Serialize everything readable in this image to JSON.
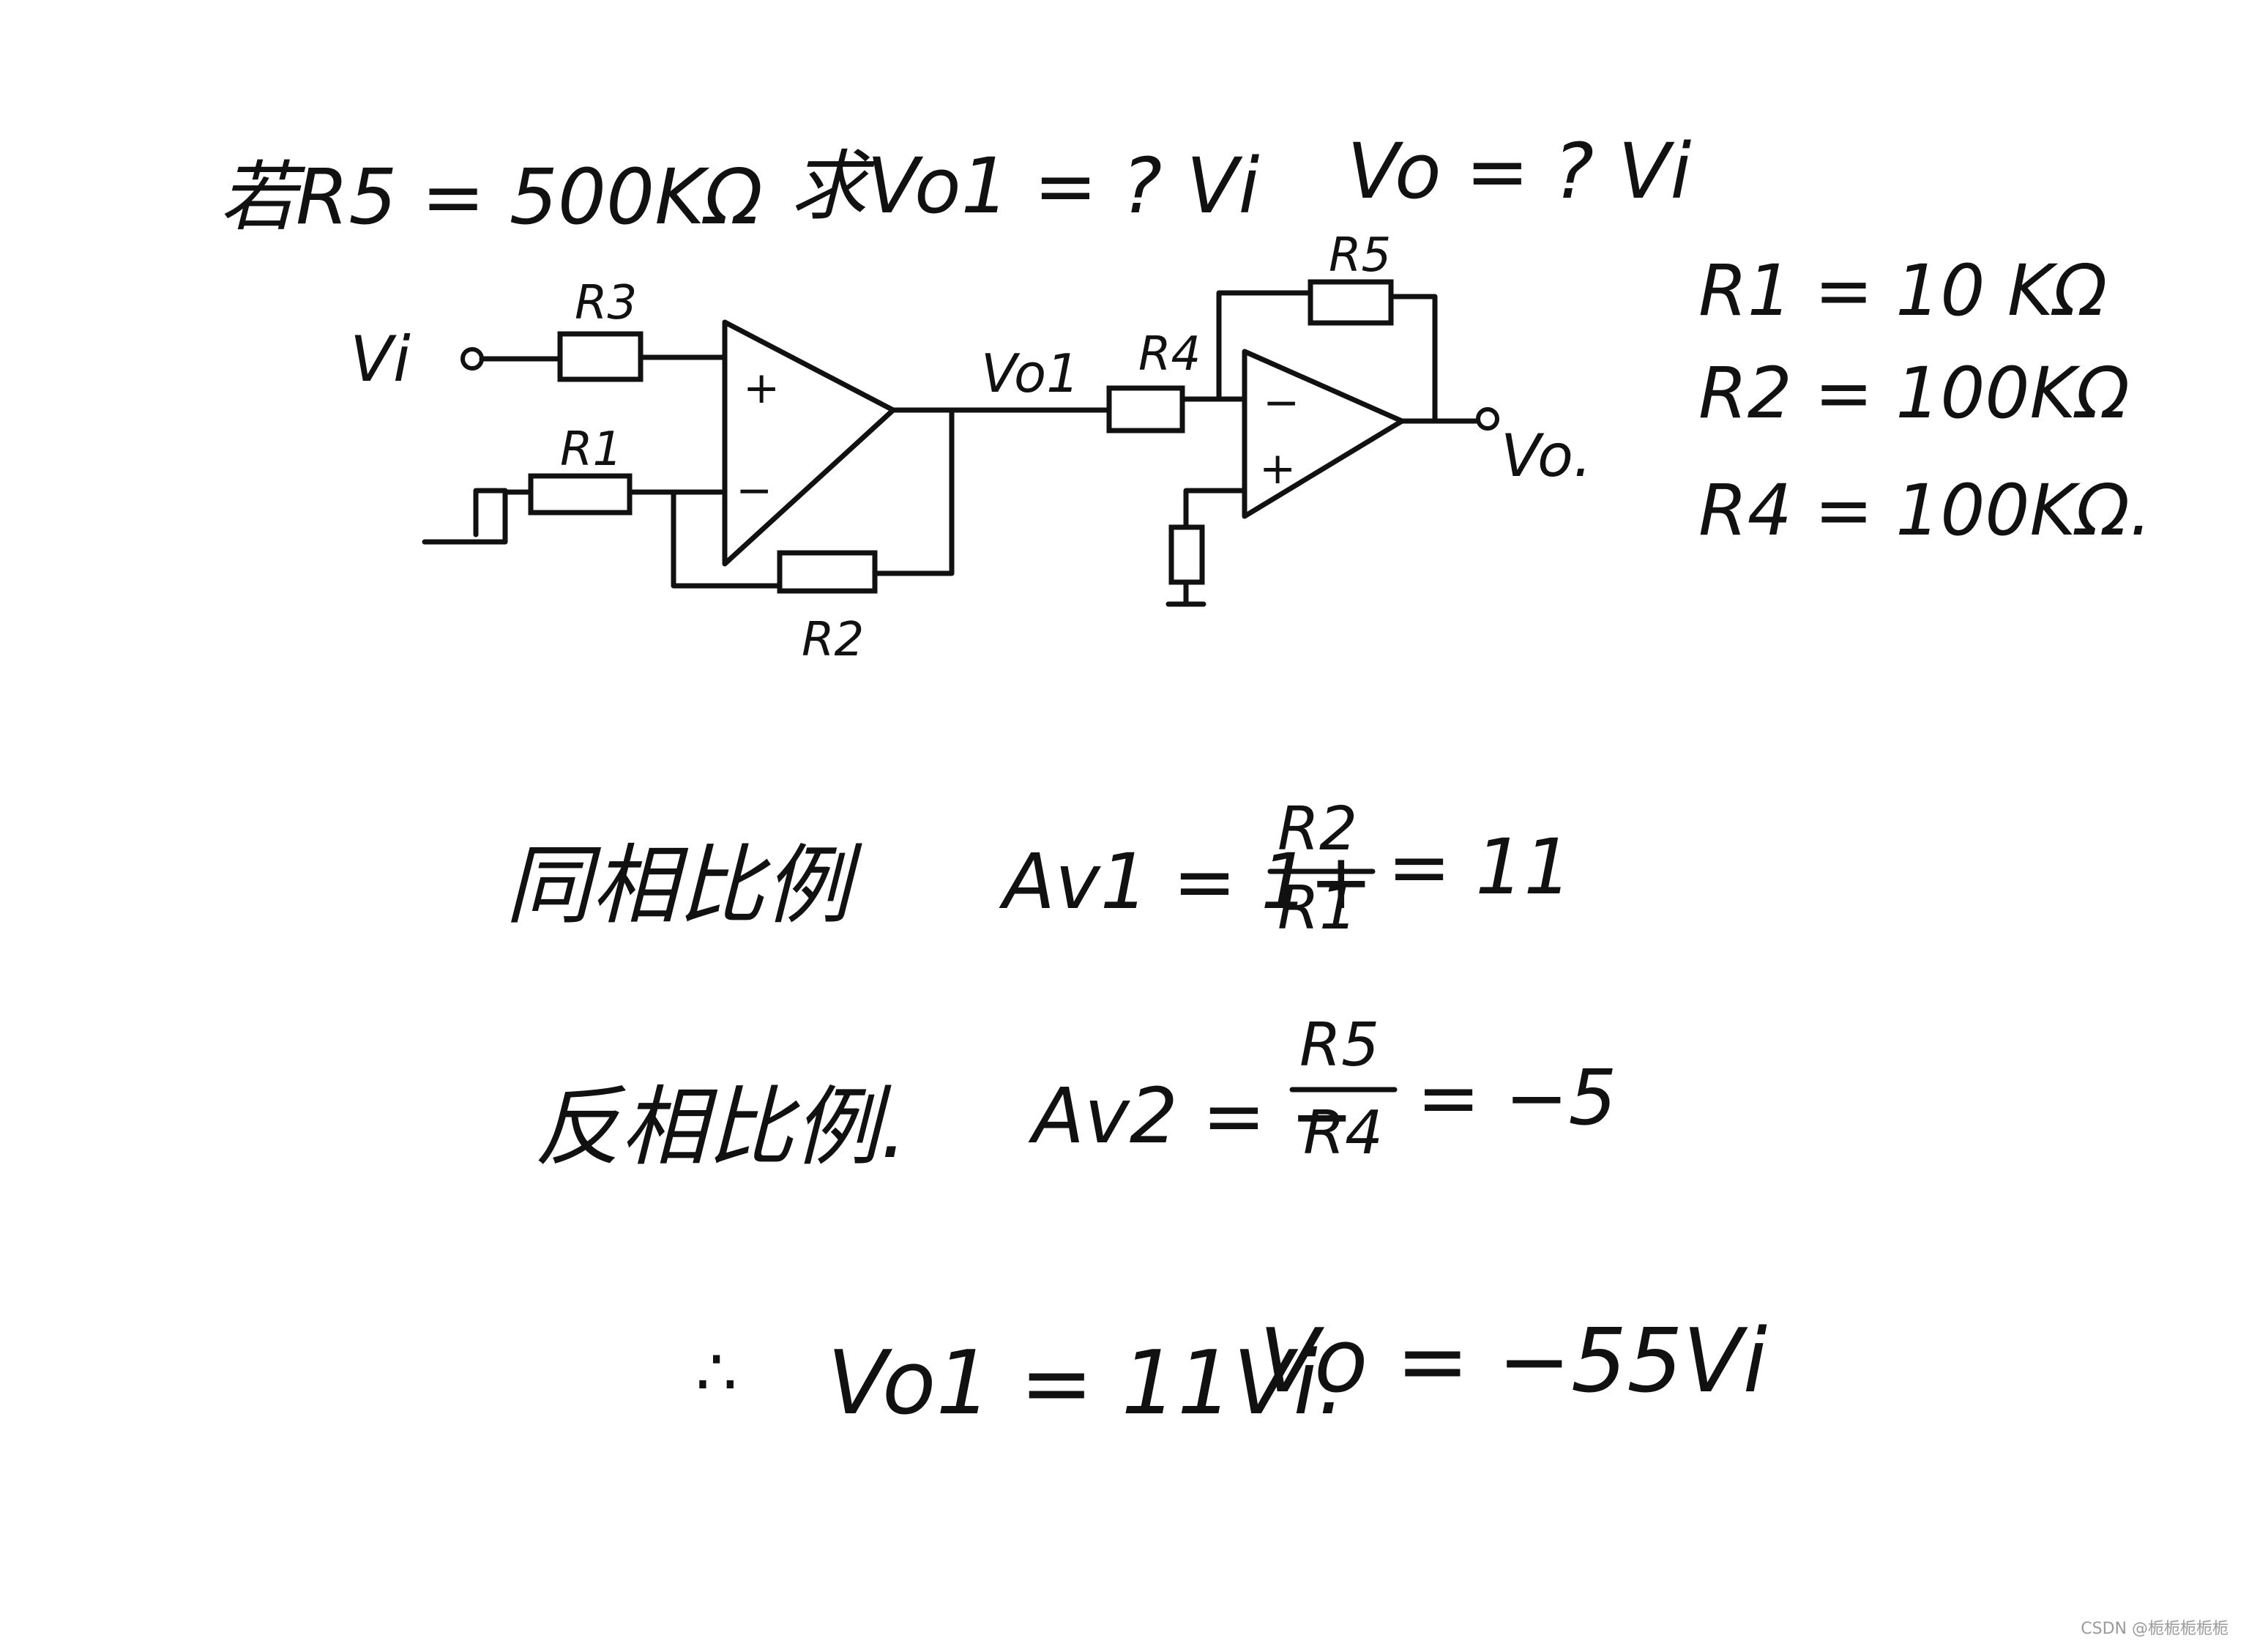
{
  "problem": {
    "given": "若R5 = 500KΩ",
    "ask_vo1": "求Vo1 = ? Vi",
    "ask_vo": "Vo = ? Vi"
  },
  "values": {
    "r1": "R1 = 10 KΩ",
    "r2": "R2 = 100KΩ",
    "r4": "R4 = 100KΩ."
  },
  "circuit": {
    "input_label": "Vi",
    "r3": "R3",
    "r1": "R1",
    "r2": "R2",
    "r4": "R4",
    "r5": "R5",
    "node_vo1": "Vo1",
    "output_label": "Vo.",
    "plus": "+",
    "minus": "−"
  },
  "solution": {
    "line1_label": "同相比例",
    "line1_lhs": "Av1 = 1+",
    "line1_num": "R2",
    "line1_den": "R1",
    "line1_rhs": "= 11",
    "line2_label": "反相比例.",
    "line2_lhs": "Av2 = −",
    "line2_num": "R5",
    "line2_den": "R4",
    "line2_rhs": "= −5",
    "result_therefore": "∴",
    "result_vo1": "Vo1 = 11Vi.",
    "result_vo": "Vo = −55Vi"
  },
  "watermark": "CSDN @栀栀栀栀栀"
}
